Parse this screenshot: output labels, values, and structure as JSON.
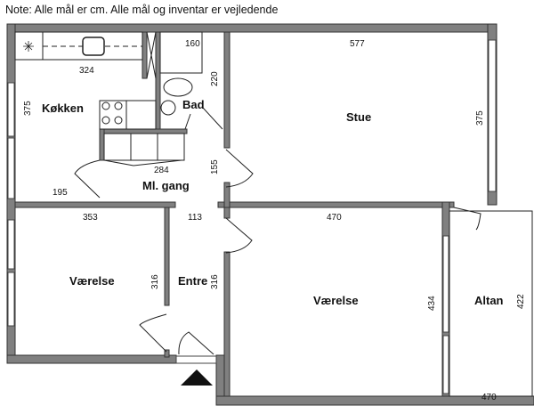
{
  "note": "Note: Alle mål er cm. Alle mål og inventar er vejledende",
  "rooms": {
    "kitchen": "Køkken",
    "bath": "Bad",
    "living": "Stue",
    "hall": "Ml. gang",
    "bedroom1": "Værelse",
    "entrance": "Entre",
    "bedroom2": "Værelse",
    "balcony": "Altan"
  },
  "dimensions": {
    "kitchen_width": "324",
    "kitchen_depth": "375",
    "bath_width": "160",
    "bath_depth": "220",
    "living_width": "577",
    "living_depth": "375",
    "hall_width": "284",
    "hall_depth": "155",
    "hall_side": "195",
    "bedroom1_width": "353",
    "bedroom1_depth": "316",
    "entrance_width": "113",
    "entrance_depth": "316",
    "bedroom2_width": "470",
    "bedroom2_depth": "434",
    "balcony_depth": "422",
    "balcony_width": "470"
  }
}
